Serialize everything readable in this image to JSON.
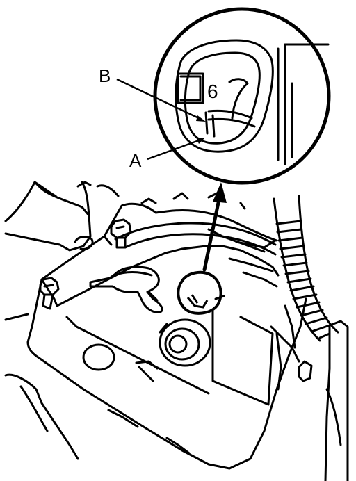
{
  "labels": {
    "a": "A",
    "b": "B",
    "timing_mark": "6"
  },
  "colors": {
    "line": "#000000",
    "background": "#ffffff"
  }
}
